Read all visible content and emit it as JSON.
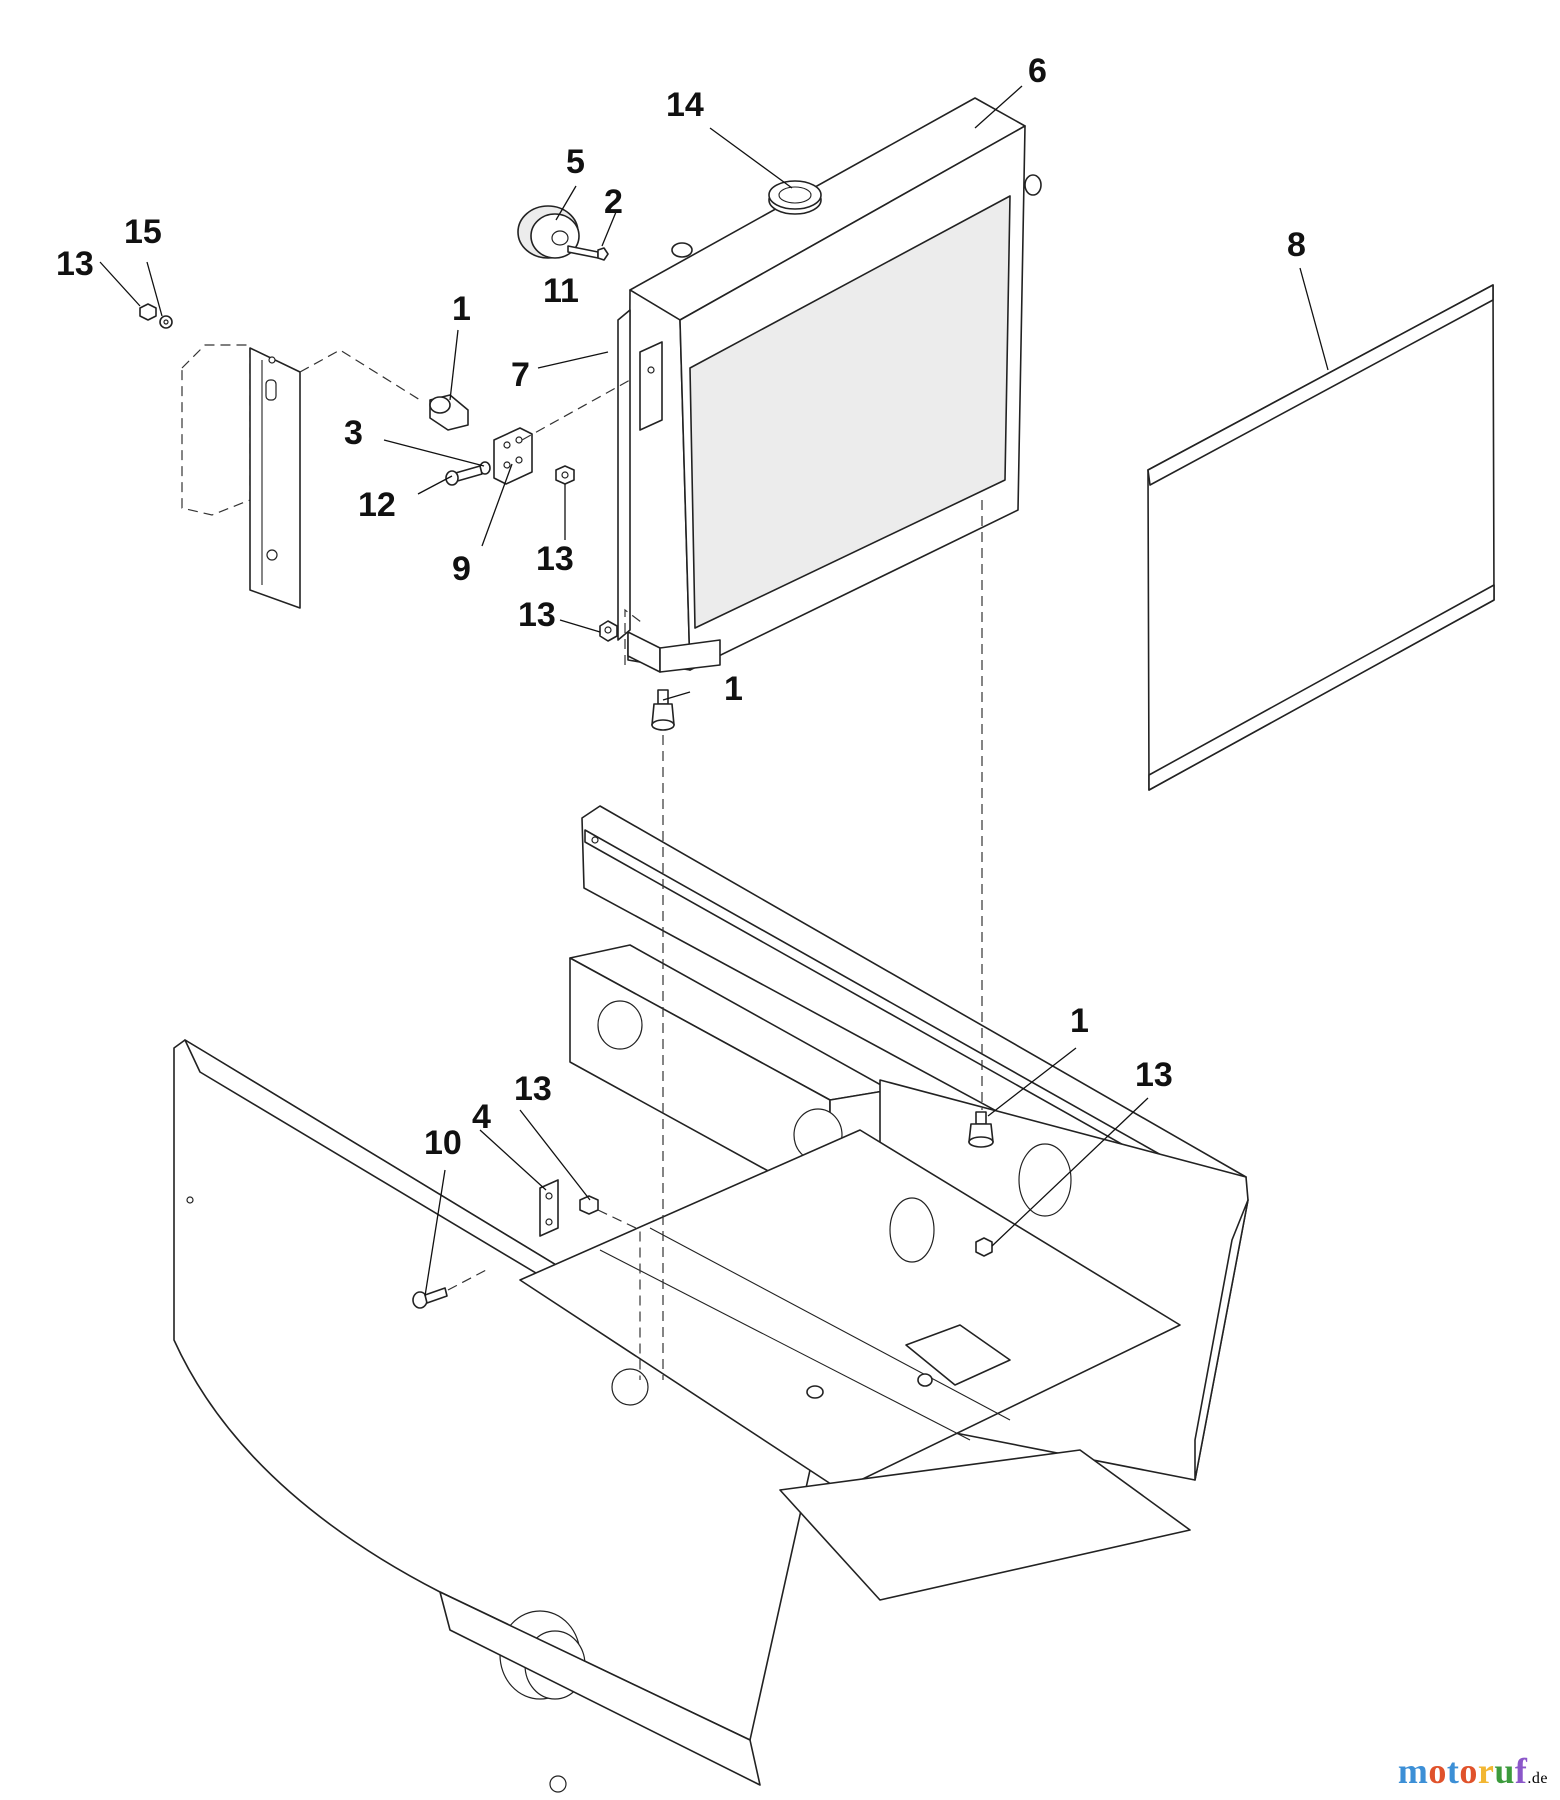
{
  "callouts": {
    "c6": "6",
    "c14": "14",
    "c5": "5",
    "c2": "2",
    "c11": "11",
    "c15": "15",
    "c13a": "13",
    "c8": "8",
    "c1a": "1",
    "c7": "7",
    "c3": "3",
    "c12": "12",
    "c9": "9",
    "c13b": "13",
    "c13c": "13",
    "c1b": "1",
    "c1c": "1",
    "c13d": "13",
    "c13e": "13",
    "c4": "4",
    "c10": "10"
  },
  "watermark": {
    "text": "motoruf",
    "suffix": ".de",
    "colors": [
      "#3c8fd6",
      "#e0522b",
      "#3c8fd6",
      "#e0522b",
      "#f2b632",
      "#3c9b3c",
      "#8b57c9"
    ]
  }
}
